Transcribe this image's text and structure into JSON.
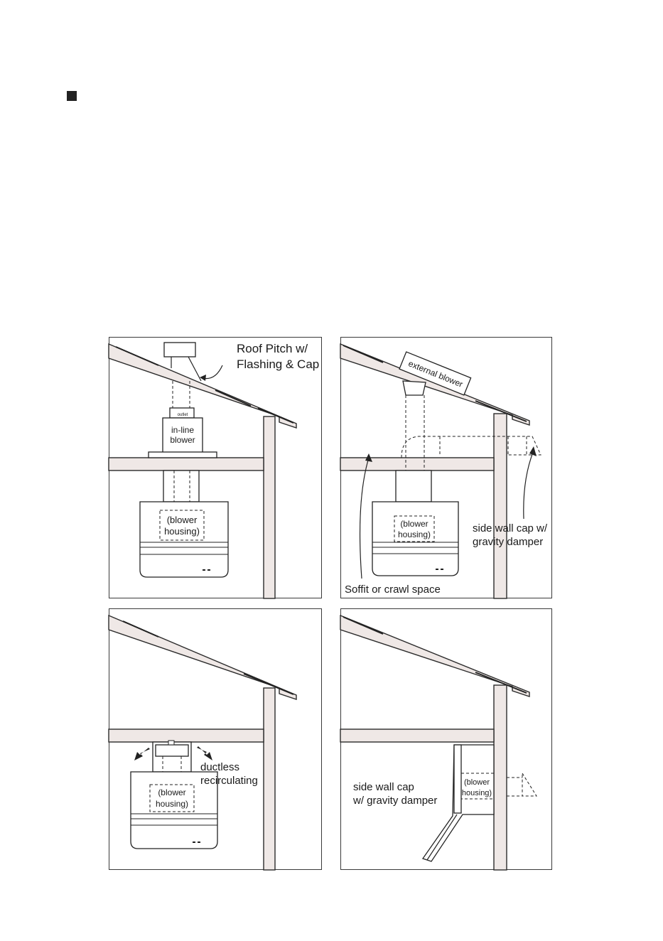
{
  "panels": [
    {
      "id": "roof-pitch",
      "callout": [
        "Roof Pitch w/",
        "Flashing & Cap"
      ],
      "blower": [
        "in-line",
        "blower"
      ],
      "outlet": "outlet",
      "housing": [
        "(blower",
        "housing)"
      ]
    },
    {
      "id": "external-blower",
      "external": "external blower",
      "housing": [
        "(blower",
        "housing)"
      ],
      "wallcap": [
        "side wall cap w/",
        "gravity damper"
      ],
      "soffit": "Soffit or crawl space"
    },
    {
      "id": "ductless",
      "mode": [
        "ductless",
        "recirculating"
      ],
      "housing": [
        "(blower",
        "housing)"
      ]
    },
    {
      "id": "side-wall",
      "wallcap": [
        "side wall cap",
        "w/ gravity damper"
      ],
      "housing": [
        "(blower",
        "housing)"
      ]
    }
  ]
}
